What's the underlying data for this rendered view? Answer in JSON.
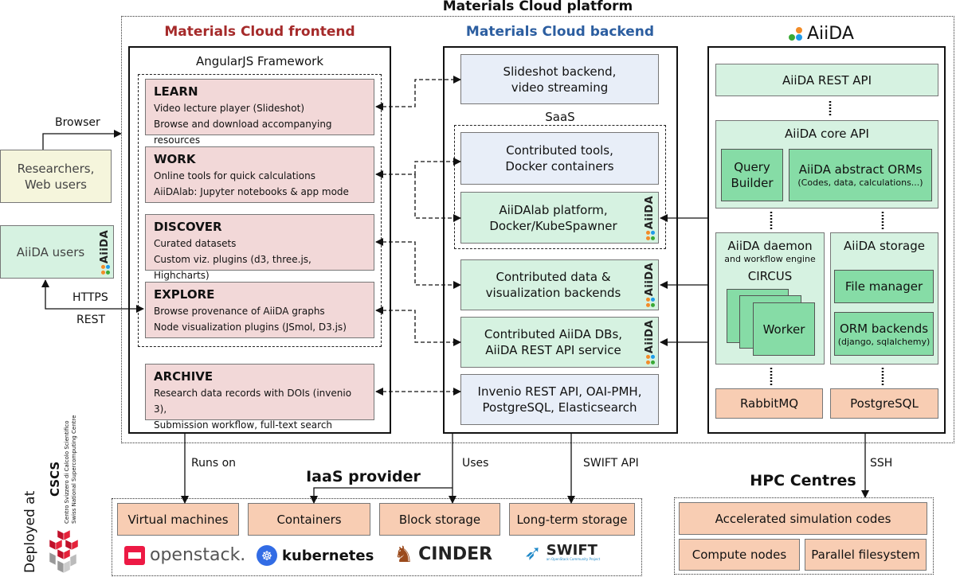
{
  "platform_title": "Materials Cloud platform",
  "frontend": {
    "title": "Materials Cloud frontend",
    "framework": "AngularJS Framework",
    "sections": [
      {
        "name": "LEARN",
        "lines": [
          "Video lecture player (Slideshot)",
          "Browse and download accompanying resources"
        ]
      },
      {
        "name": "WORK",
        "lines": [
          "Online tools for quick calculations",
          "AiiDAlab: Jupyter notebooks & app mode"
        ]
      },
      {
        "name": "DISCOVER",
        "lines": [
          "Curated datasets",
          "Custom viz. plugins (d3, three.js, Highcharts)"
        ]
      },
      {
        "name": "EXPLORE",
        "lines": [
          "Browse provenance of AiiDA graphs",
          "Node visualization plugins (JSmol, D3.js)"
        ]
      },
      {
        "name": "ARCHIVE",
        "lines": [
          "Research data records with DOIs (invenio 3),",
          "Submission workflow, full-text search"
        ]
      }
    ]
  },
  "backend": {
    "title": "Materials Cloud backend",
    "saas_label": "SaaS",
    "boxes": [
      {
        "lines": [
          "Slideshot backend,",
          "video streaming"
        ]
      },
      {
        "lines": [
          "Contributed tools,",
          "Docker containers"
        ]
      },
      {
        "lines": [
          "AiiDAlab platform,",
          "Docker/KubeSpawner"
        ],
        "aiida_logo": true
      },
      {
        "lines": [
          "Contributed data &",
          "visualization backends"
        ],
        "aiida_logo": true
      },
      {
        "lines": [
          "Contributed AiiDA DBs,",
          "AiiDA REST API service"
        ],
        "aiida_logo": true
      },
      {
        "lines": [
          "Invenio REST API, OAI-PMH,",
          "PostgreSQL, Elasticsearch"
        ]
      }
    ]
  },
  "aiida": {
    "logo_text": "AiiDA",
    "rest_api": "AiiDA REST API",
    "core_api": "AiiDA core API",
    "query_builder": [
      "Query",
      "Builder"
    ],
    "abstract_orms": "AiiDA abstract ORMs",
    "abstract_orms_sub": "(Codes, data, calculations...)",
    "daemon": "AiiDA daemon",
    "daemon_sub": "and workflow engine",
    "circus": "CIRCUS",
    "worker": "Worker",
    "storage": "AiiDA storage",
    "file_manager": "File manager",
    "orm_backends": "ORM backends",
    "orm_backends_sub": "(django, sqlalchemy)",
    "rabbitmq": "RabbitMQ",
    "postgresql": "PostgreSQL"
  },
  "users": {
    "researchers": [
      "Researchers,",
      "Web users"
    ],
    "aiida_users": "AiiDA users",
    "browser": "Browser",
    "https": "HTTPS",
    "rest": "REST"
  },
  "connections": {
    "runs_on": "Runs on",
    "uses": "Uses",
    "swift_api": "SWIFT API",
    "ssh": "SSH"
  },
  "iaas": {
    "title": "IaaS provider",
    "boxes": [
      "Virtual machines",
      "Containers",
      "Block storage",
      "Long-term storage"
    ],
    "logos": [
      "openstack.",
      "kubernetes",
      "CINDER",
      "SWIFT"
    ],
    "swift_tagline": "an OpenStack Community Project"
  },
  "hpc": {
    "title": "HPC Centres",
    "boxes": [
      "Accelerated simulation codes",
      "Compute nodes",
      "Parallel filesystem"
    ]
  },
  "deployed": {
    "label": "Deployed at",
    "cscs": "CSCS",
    "cscs_line1": "Centro Svizzero di Calcolo Scientifico",
    "cscs_line2": "Swiss National Supercomputing Centre"
  },
  "colors": {
    "frontend_title": "#a52a2a",
    "backend_title": "#2c5ea0",
    "frontend_box": "#f2d8d8",
    "aiida_light": "#d6f2e1",
    "aiida_dark": "#86dca6",
    "service_box": "#e8eef8",
    "infrastructure_box": "#f8cdb3",
    "users_box": "#f5f5dc"
  }
}
